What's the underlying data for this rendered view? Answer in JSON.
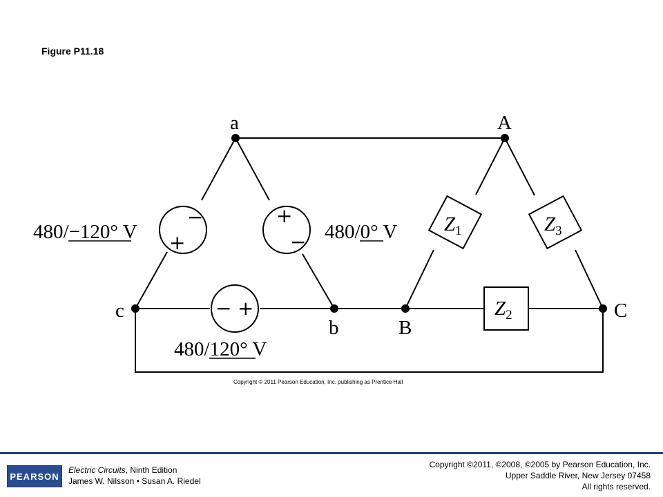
{
  "figure": {
    "title": "Figure P11.18",
    "copyright": "Copyright © 2011 Pearson Education, Inc. publishing as Prentice Hall"
  },
  "circuit": {
    "nodes": {
      "a": "a",
      "b": "b",
      "c": "c",
      "A": "A",
      "B": "B",
      "C": "C"
    },
    "sources": {
      "ab": {
        "label": "480/0° V",
        "magnitude": "480/",
        "angle": "0°",
        "unit": " V",
        "top_sign": "+",
        "bottom_sign": "−"
      },
      "ca": {
        "label": "480/−120° V",
        "magnitude": "480/",
        "angle": "−120°",
        "unit": " V",
        "top_sign": "−",
        "bottom_sign": "+"
      },
      "bc": {
        "label": "480/120° V",
        "magnitude": "480/",
        "angle": "120°",
        "unit": " V",
        "left_sign": "−",
        "right_sign": "+"
      }
    },
    "impedances": {
      "z1": {
        "letter": "Z",
        "sub": "1"
      },
      "z2": {
        "letter": "Z",
        "sub": "2"
      },
      "z3": {
        "letter": "Z",
        "sub": "3"
      }
    }
  },
  "footer": {
    "logo": "PEARSON",
    "book_title": "Electric Circuits",
    "book_edition": ", Ninth Edition",
    "authors": "James W. Nilsson • Susan A. Riedel",
    "rights_line1": "Copyright ©2011, ©2008, ©2005 by Pearson Education, Inc.",
    "rights_line2": "Upper Saddle River, New Jersey 07458",
    "rights_line3": "All rights reserved."
  }
}
